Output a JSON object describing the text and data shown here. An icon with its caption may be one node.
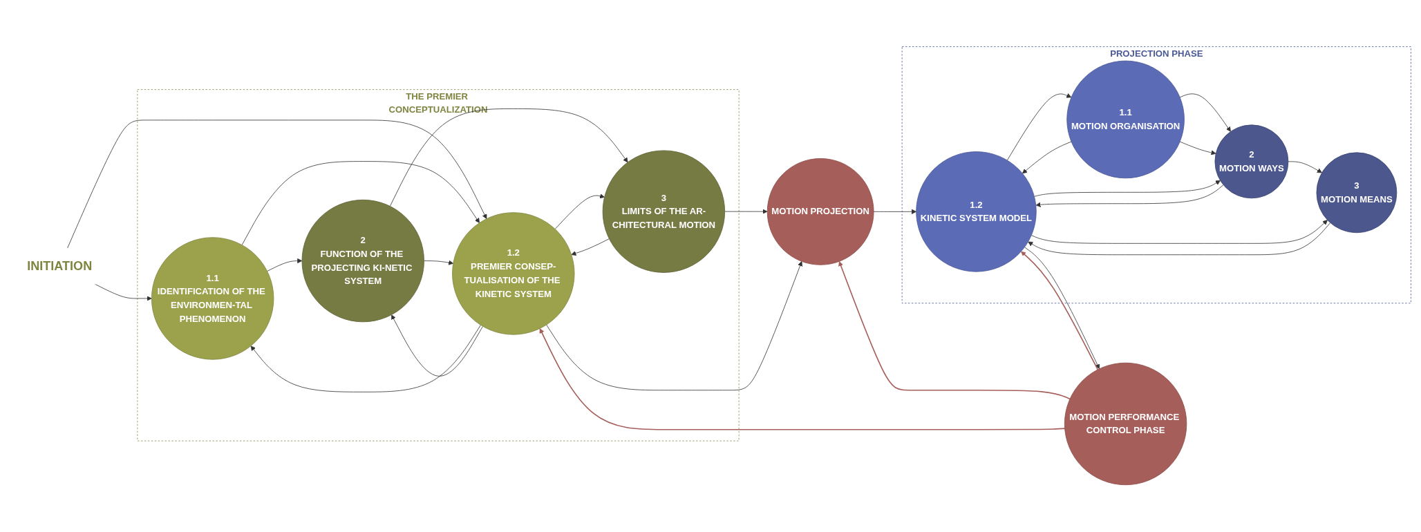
{
  "diagram": {
    "nodes": [
      {
        "text": [
          "THE PREMIER CONCEPTUALIZATION"
        ]
      },
      {
        "text": [
          "1.1",
          "IDENTIFICATION OF THE ENVIRONMEN-TAL PHENOMENON"
        ],
        "in": 0
      },
      {
        "text": [
          "2",
          "FUNCTION OF THE PROJECTING KI-NETIC SYSTEM"
        ],
        "in": 0
      },
      {
        "text": [
          "1.2",
          "PREMIER CONSEP-TUALISATION OF THE KINETIC SYSTEM"
        ],
        "in": 0
      },
      {
        "text": [
          "3",
          "LIMITS OF THE AR-CHITECTURAL MOTION"
        ],
        "in": 0
      },
      {
        "text": [
          "INITIATION"
        ]
      },
      {
        "text": [
          "MOTION PROJECTION"
        ]
      },
      {
        "text": [
          "PROJECTION PHASE"
        ]
      },
      {
        "text": [
          "1.1",
          "MOTION ORGANISATION"
        ],
        "in": 7
      },
      {
        "text": [
          "2",
          "MOTION WAYS"
        ],
        "in": 7
      },
      {
        "text": [
          "1.2",
          "KINETIC SYSTEM MODEL"
        ],
        "in": 7
      },
      {
        "text": [
          "3",
          "MOTION MEANS"
        ],
        "in": 7
      },
      {
        "text": [
          "MOTION PERFORMANCE CONTROL PHASE"
        ]
      }
    ],
    "edges": [
      {
        "from": 5,
        "to": 1,
        "arrow": "to"
      },
      {
        "from": 5,
        "to": 3,
        "arrow": "to"
      },
      {
        "from": 1,
        "to": 2,
        "arrow": "to"
      },
      {
        "from": 1,
        "to": 3,
        "arrow": "to"
      },
      {
        "from": 3,
        "to": 1,
        "arrow": "to"
      },
      {
        "from": 3,
        "to": 2,
        "arrow": "to"
      },
      {
        "from": 2,
        "to": 3,
        "arrow": "to"
      },
      {
        "from": 2,
        "to": 4,
        "arrow": "to"
      },
      {
        "from": 4,
        "to": 3,
        "arrow": "to"
      },
      {
        "from": 3,
        "to": 4,
        "arrow": "to"
      },
      {
        "from": 4,
        "to": 6,
        "arrow": "to"
      },
      {
        "from": 3,
        "to": 6,
        "arrow": "to"
      },
      {
        "from": 6,
        "to": 10,
        "arrow": "to"
      },
      {
        "from": 8,
        "to": 9,
        "arrow": "to"
      },
      {
        "from": 8,
        "to": 9,
        "arrow": "to"
      },
      {
        "from": 8,
        "to": 10,
        "arrow": "to"
      },
      {
        "from": 10,
        "to": 8,
        "arrow": "to"
      },
      {
        "from": 10,
        "to": 9,
        "arrow": "to"
      },
      {
        "from": 9,
        "to": 10,
        "arrow": "to"
      },
      {
        "from": 9,
        "to": 11,
        "arrow": "to"
      },
      {
        "from": 11,
        "to": 10,
        "arrow": "to"
      },
      {
        "from": 10,
        "to": 11,
        "arrow": "to"
      },
      {
        "from": 10,
        "to": 12,
        "arrow": "to"
      },
      {
        "from": 12,
        "to": 10,
        "arrow": "to",
        "color": "#a65e5a"
      },
      {
        "from": 12,
        "to": 6,
        "arrow": "to",
        "color": "#a65e5a"
      },
      {
        "from": 12,
        "to": 3,
        "arrow": "to",
        "color": "#a65e5a"
      }
    ]
  }
}
